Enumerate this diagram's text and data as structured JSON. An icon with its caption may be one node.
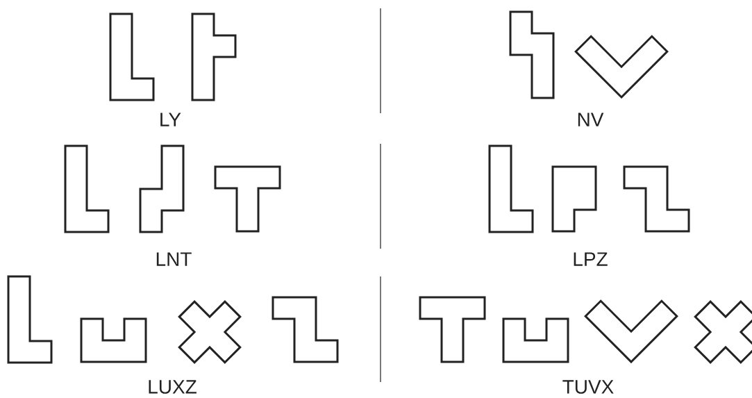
{
  "diagram": {
    "nodes": [
      {
        "text": [],
        "shape": "polygon"
      },
      {
        "text": [],
        "shape": "polygon"
      },
      {
        "text": [],
        "shape": "polygon"
      },
      {
        "text": [],
        "shape": "polygon"
      },
      {
        "text": [],
        "shape": "polygon"
      },
      {
        "text": [],
        "shape": "polygon"
      },
      {
        "text": [],
        "shape": "polygon"
      },
      {
        "text": [],
        "shape": "polygon"
      },
      {
        "text": [],
        "shape": "polygon"
      },
      {
        "text": [],
        "shape": "polygon"
      },
      {
        "text": [],
        "shape": "polygon"
      },
      {
        "text": [],
        "shape": "polygon"
      },
      {
        "text": [],
        "shape": "polygon"
      },
      {
        "text": [],
        "shape": "polygon"
      },
      {
        "text": [],
        "shape": "polygon"
      },
      {
        "text": [],
        "shape": "polygon"
      },
      {
        "text": [],
        "shape": "polygon"
      },
      {
        "text": [],
        "shape": "polygon"
      }
    ],
    "labels": [
      "LY",
      "NV",
      "LNT",
      "LPZ",
      "LUXZ",
      "TUVX"
    ]
  }
}
